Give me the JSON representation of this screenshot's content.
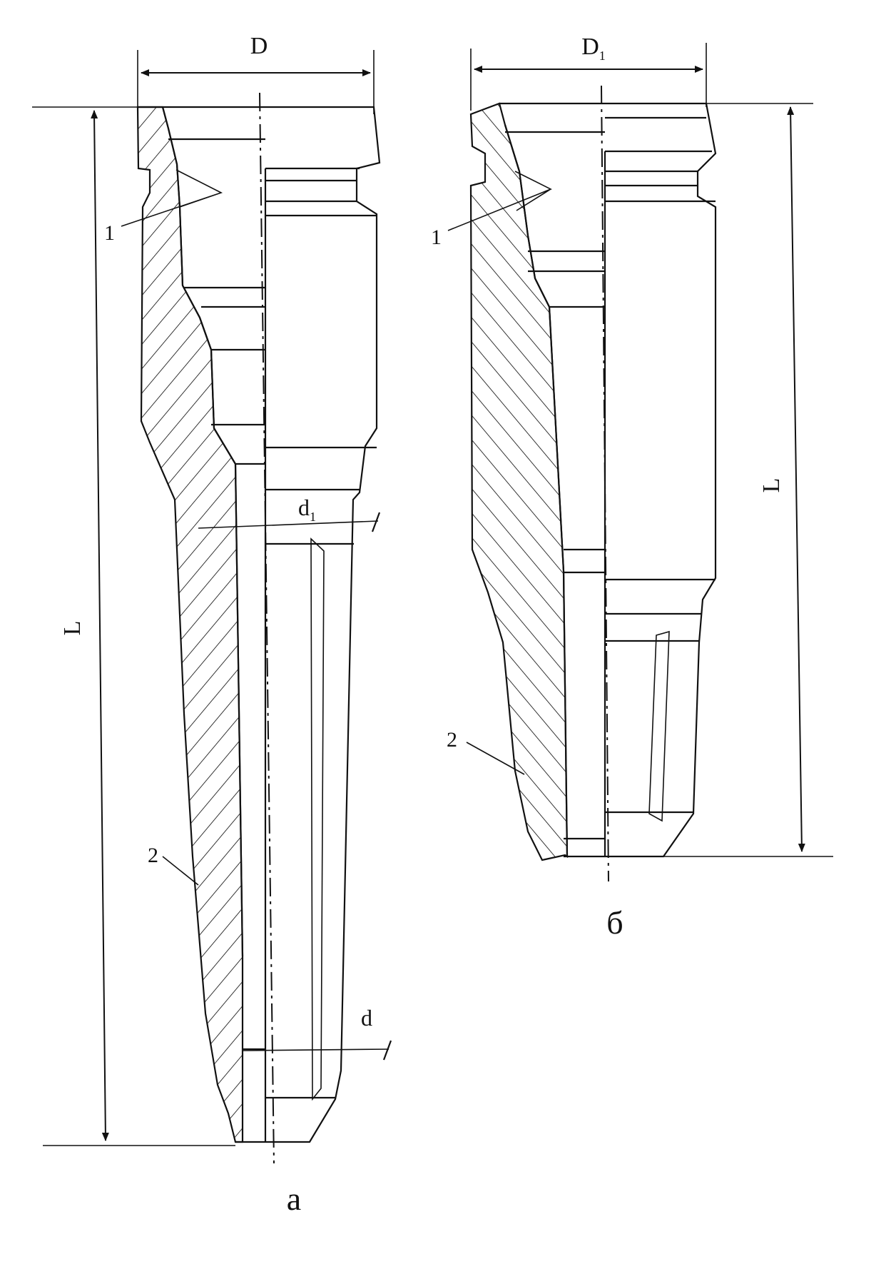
{
  "figure_a": {
    "caption": "а",
    "dim_outer_diameter": "D",
    "dim_length": "L",
    "dim_inner_diameter_top": "d",
    "dim_inner_diameter_top_sub": "1",
    "dim_inner_diameter_bottom": "d",
    "callout_1": "1",
    "callout_2": "2"
  },
  "figure_b": {
    "caption": "б",
    "dim_outer_diameter": "D",
    "dim_outer_diameter_sub": "1",
    "dim_length": "L",
    "callout_1": "1",
    "callout_2": "2"
  }
}
